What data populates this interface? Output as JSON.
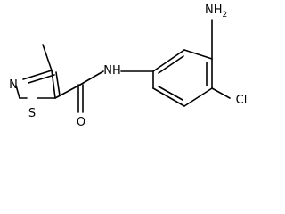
{
  "molecule": {
    "atoms": {
      "N_thiazole": "N",
      "S_thiazole": "S",
      "N_amide": "NH",
      "O_carbonyl": "O",
      "Cl": "Cl",
      "NH2_main": "NH",
      "NH2_sub": "2"
    }
  }
}
